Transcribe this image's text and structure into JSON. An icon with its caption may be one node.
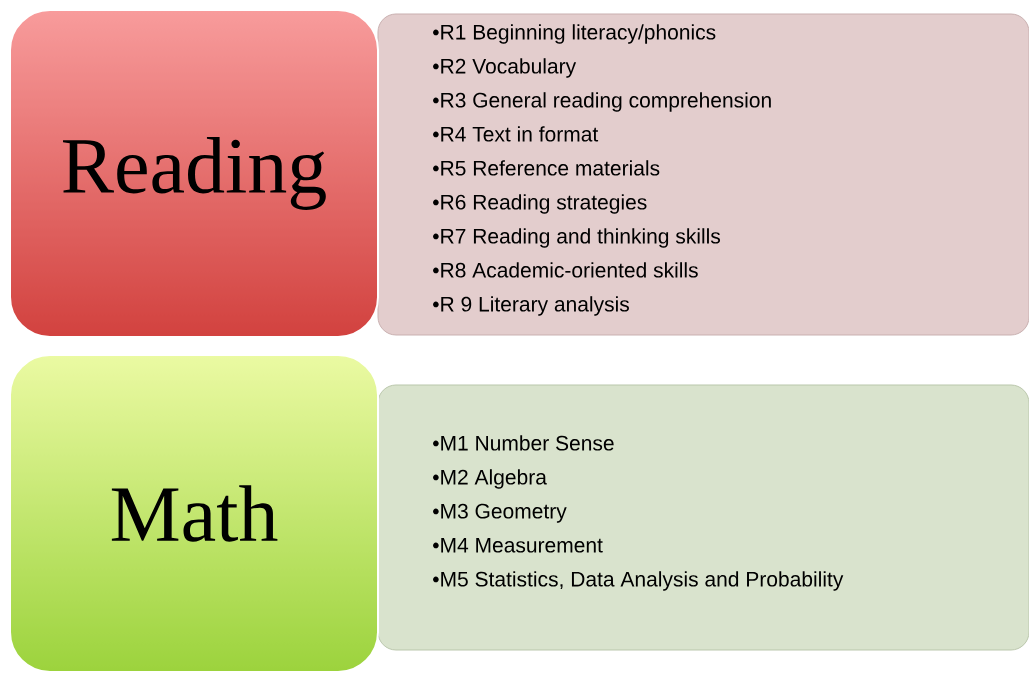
{
  "diagram": {
    "nodes": [
      {
        "text": [
          "Reading"
        ]
      },
      {
        "text": [
          "•R1  Beginning literacy/phonics",
          "•R2  Vocabulary",
          "•R3  General reading comprehension",
          "•R4  Text in format",
          "•R5  Reference materials",
          "•R6  Reading strategies",
          "•R7  Reading and thinking skills",
          "•R8  Academic-oriented skills",
          "•R 9  Literary analysis"
        ]
      },
      {
        "text": [
          "Math"
        ]
      },
      {
        "text": [
          "•M1  Number Sense",
          "•M2  Algebra",
          "•M3  Geometry",
          "•M4  Measurement",
          "•M5  Statistics, Data Analysis and Probability"
        ]
      }
    ]
  }
}
